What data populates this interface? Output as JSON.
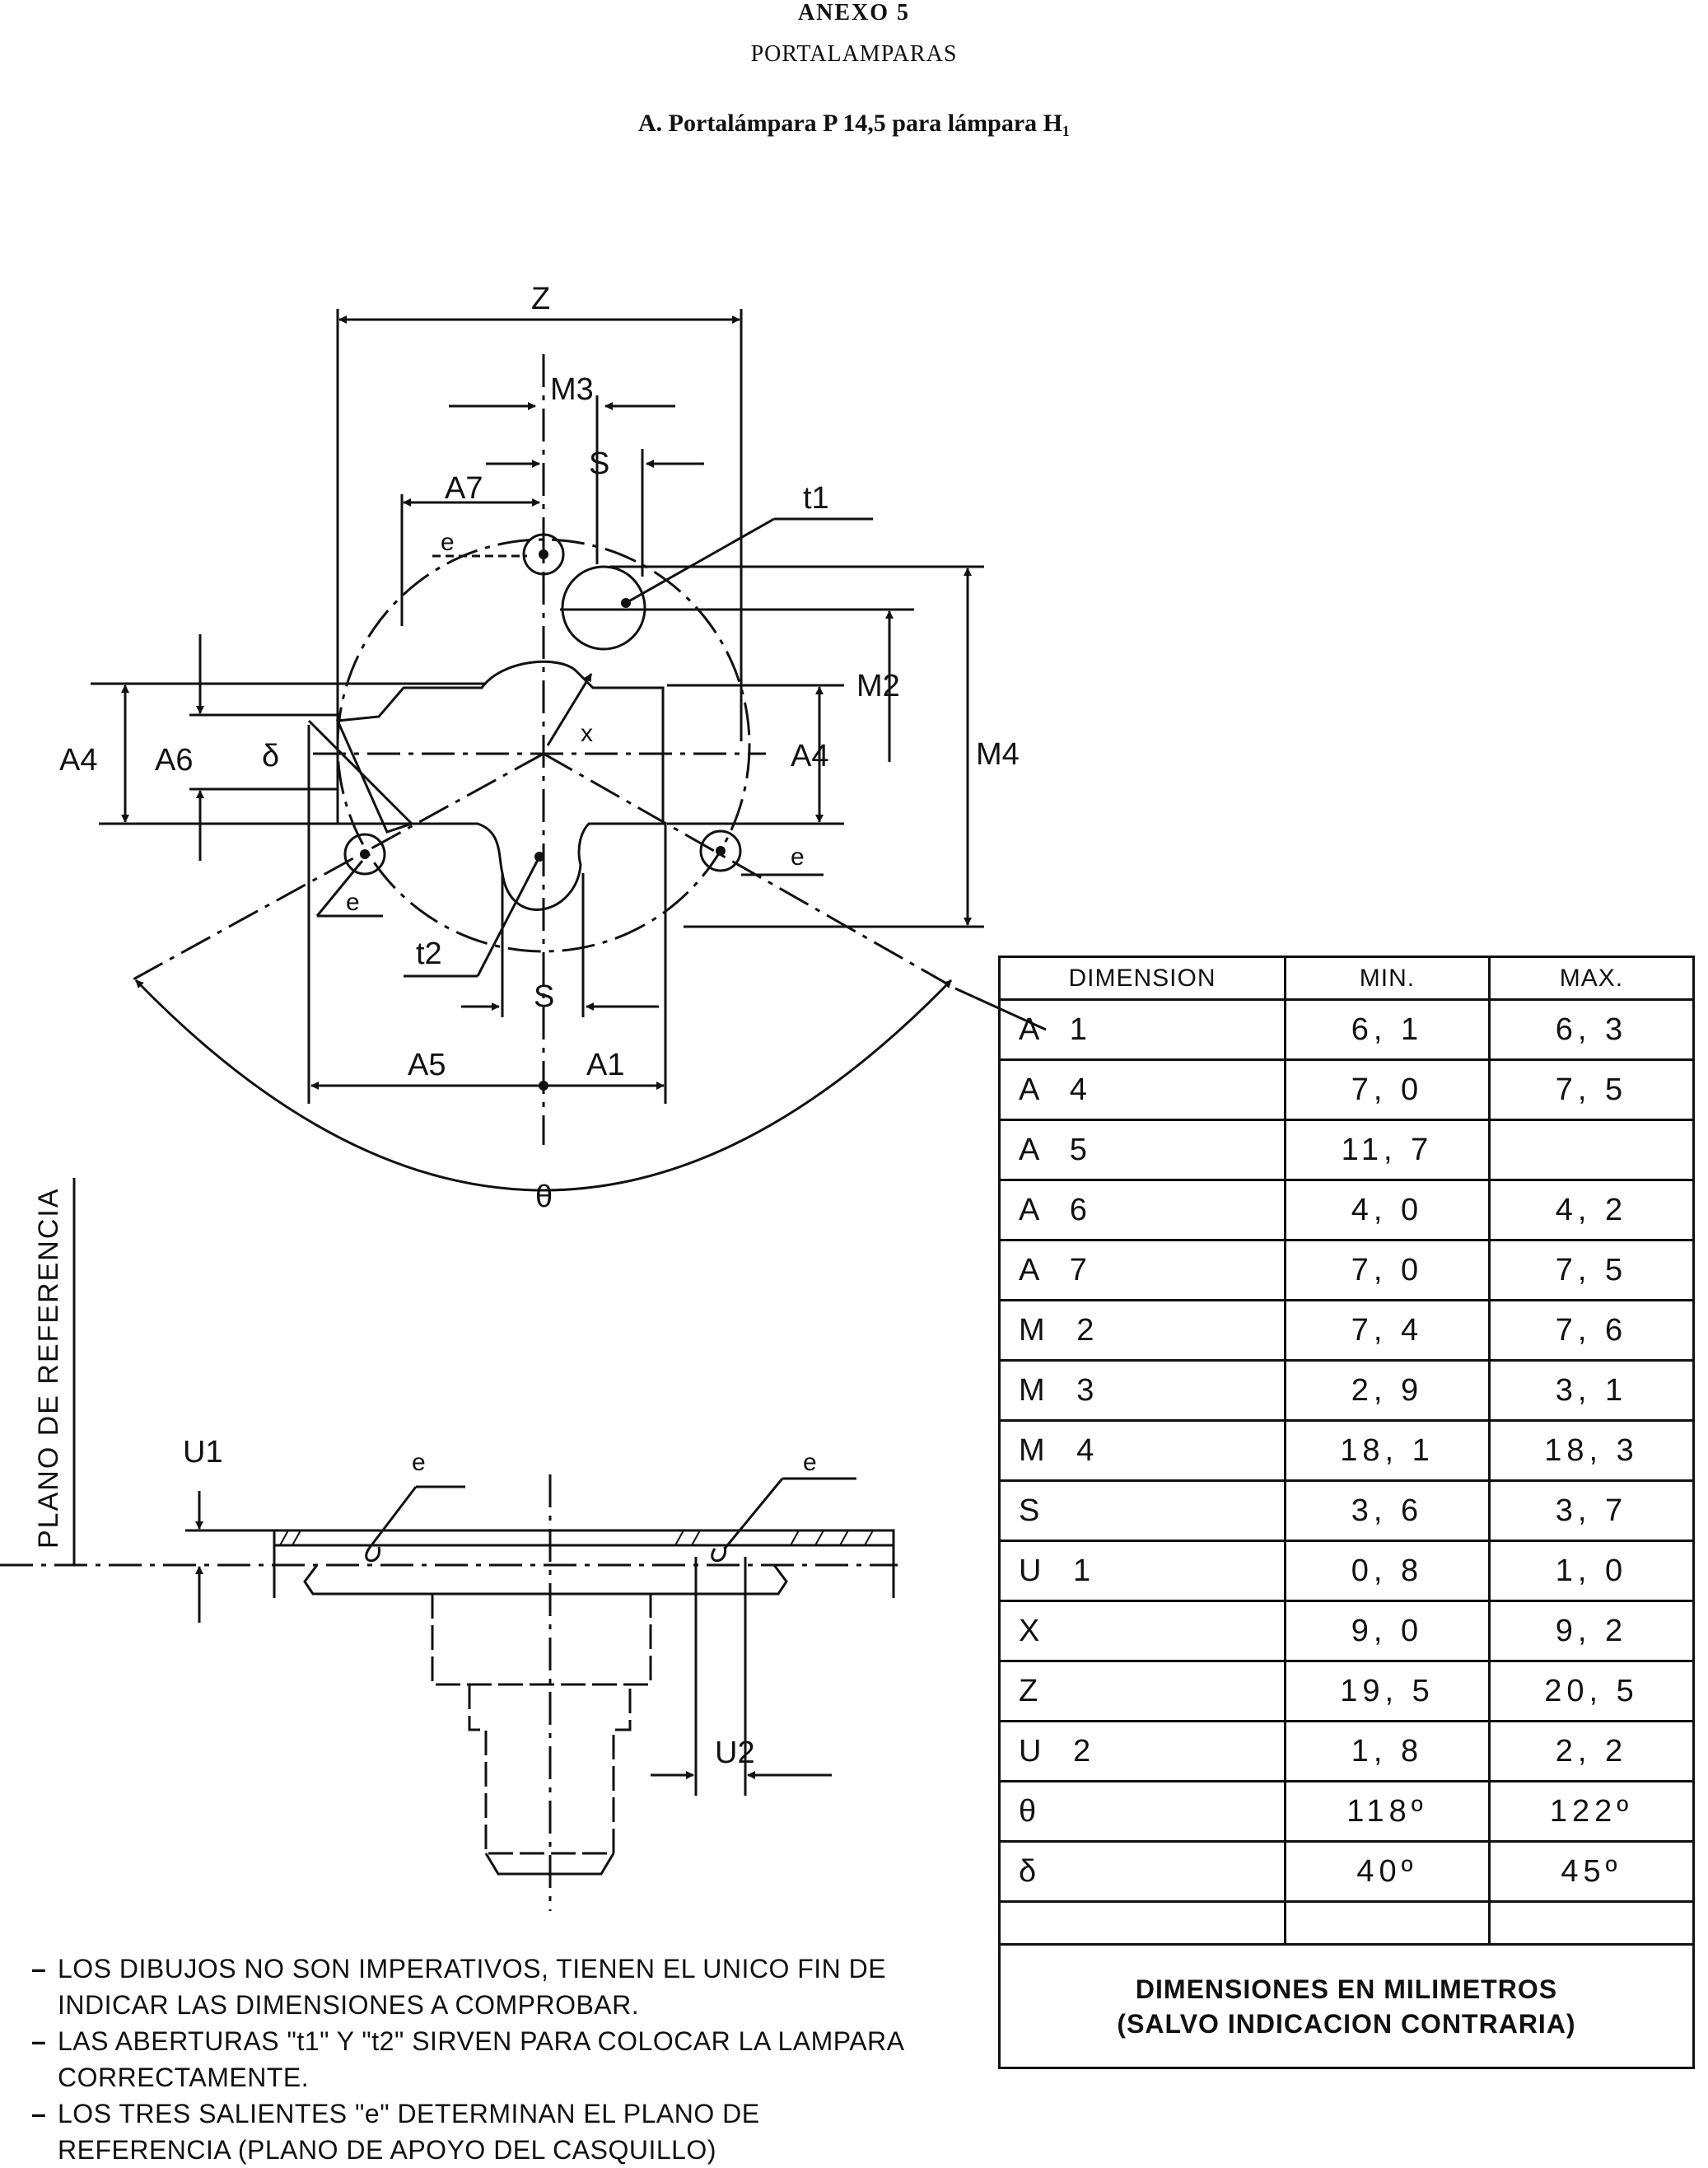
{
  "header": {
    "annex": "ANEXO 5",
    "section": "PORTALAMPARAS",
    "subtitle": "A.  Portalámpara P 14,5 para lámpara H₁"
  },
  "diagram_labels": {
    "Z": "Z",
    "M3": "M3",
    "S": "S",
    "A7": "A7",
    "t1": "t1",
    "e": "e",
    "M2": "M2",
    "M4": "M4",
    "A4": "A4",
    "A6": "A6",
    "delta": "δ",
    "x": "x",
    "t2": "t2",
    "A5": "A5",
    "A1": "A1",
    "theta": "θ",
    "U1": "U1",
    "U2": "U2"
  },
  "reference_plane_label": "PLANO DE REFERENCIA",
  "table": {
    "headers": [
      "DIMENSION",
      "MIN.",
      "MAX."
    ],
    "rows": [
      {
        "name": "A 1",
        "min": "6, 1",
        "max": "6, 3"
      },
      {
        "name": "A 4",
        "min": "7, 0",
        "max": "7, 5"
      },
      {
        "name": "A 5",
        "min": "11, 7",
        "max": ""
      },
      {
        "name": "A 6",
        "min": "4, 0",
        "max": "4, 2"
      },
      {
        "name": "A 7",
        "min": "7, 0",
        "max": "7, 5"
      },
      {
        "name": "M 2",
        "min": "7, 4",
        "max": "7, 6"
      },
      {
        "name": "M 3",
        "min": "2, 9",
        "max": "3, 1"
      },
      {
        "name": "M 4",
        "min": "18, 1",
        "max": "18, 3"
      },
      {
        "name": "S",
        "min": "3, 6",
        "max": "3, 7"
      },
      {
        "name": "U 1",
        "min": "0, 8",
        "max": "1, 0"
      },
      {
        "name": "X",
        "min": "9, 0",
        "max": "9, 2"
      },
      {
        "name": "Z",
        "min": "19, 5",
        "max": "20, 5"
      },
      {
        "name": "U 2",
        "min": "1, 8",
        "max": "2, 2"
      },
      {
        "name": "θ",
        "min": "118º",
        "max": "122º"
      },
      {
        "name": "δ",
        "min": "40º",
        "max": "45º"
      }
    ],
    "footer_line1": "DIMENSIONES EN MILIMETROS",
    "footer_line2": "(SALVO INDICACION CONTRARIA)"
  },
  "notes": [
    "LOS DIBUJOS NO SON IMPERATIVOS, TIENEN EL UNICO FIN DE INDICAR LAS DIMENSIONES A COMPROBAR.",
    "LAS ABERTURAS \"t1\" Y \"t2\" SIRVEN PARA COLOCAR LA LAMPARA CORRECTAMENTE.",
    "LOS TRES SALIENTES \"e\" DETERMINAN EL PLANO DE REFERENCIA (PLANO DE APOYO DEL CASQUILLO)"
  ]
}
